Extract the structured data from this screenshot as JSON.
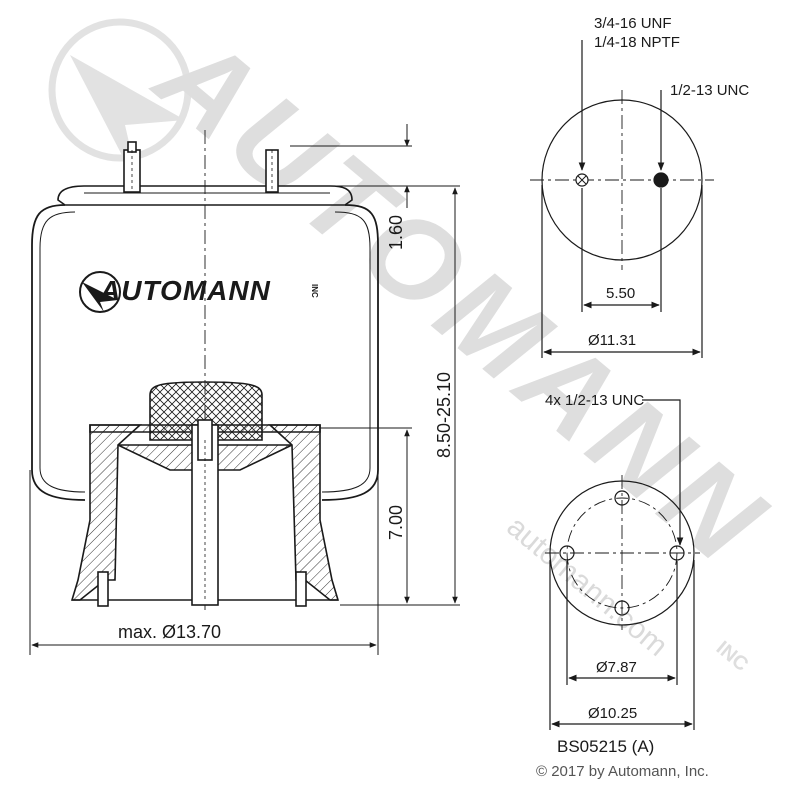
{
  "watermark": {
    "text": "AUTOMANN",
    "url": "automann.com",
    "inc_mark": "INC"
  },
  "logo": {
    "text": "AUTOMANN",
    "inc_mark": "INC"
  },
  "side_view": {
    "top_gap_label": "1.60",
    "height_range_label": "8.50-25.10",
    "piston_height_label": "7.00",
    "max_diameter_label": "max. Ø13.70"
  },
  "top_plate_view": {
    "thread_label_line1": "3/4-16 UNF",
    "thread_label_line2": "1/4-18 NPTF",
    "stud_label": "1/2-13 UNC",
    "stud_spacing_label": "5.50",
    "plate_diameter_label": "Ø11.31"
  },
  "bottom_view": {
    "bolt_label": "4x 1/2-13 UNC",
    "bolt_circle_label": "Ø7.87",
    "base_diameter_label": "Ø10.25"
  },
  "part_number": "BS05215 (A)",
  "copyright": "© 2017 by Automann, Inc.",
  "colors": {
    "line": "#1a1a1a",
    "watermark": "#dcdcdc"
  }
}
